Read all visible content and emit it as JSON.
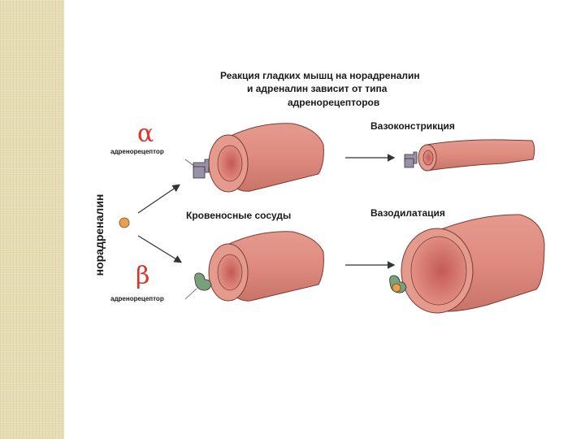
{
  "title_lines": [
    "Реакция гладких мышц на норадреналин",
    "и адреналин зависит от типа",
    "адренорецепторов"
  ],
  "vertical_label": "норадреналин",
  "alpha": {
    "symbol": "α",
    "label": "адренорецептор"
  },
  "beta": {
    "symbol": "β",
    "label": "адренорецептор"
  },
  "vessels_label": "Кровеносные сосуды",
  "vasoconstriction_label": "Вазоконстрикция",
  "vasodilation_label": "Вазодилатация",
  "colors": {
    "vessel": "#e08c80",
    "vessel_outline": "#7a3a32",
    "lumen_dark": "#c8605a",
    "alpha_receptor": "#9a90a8",
    "beta_receptor": "#7aa07a",
    "ligand": "#e8a050",
    "greek": "#d8362c",
    "side_panel": "#e6dcb4"
  },
  "icons": [
    "vessel-tube-icon",
    "receptor-icon",
    "ligand-dot-icon",
    "arrow-icon"
  ]
}
